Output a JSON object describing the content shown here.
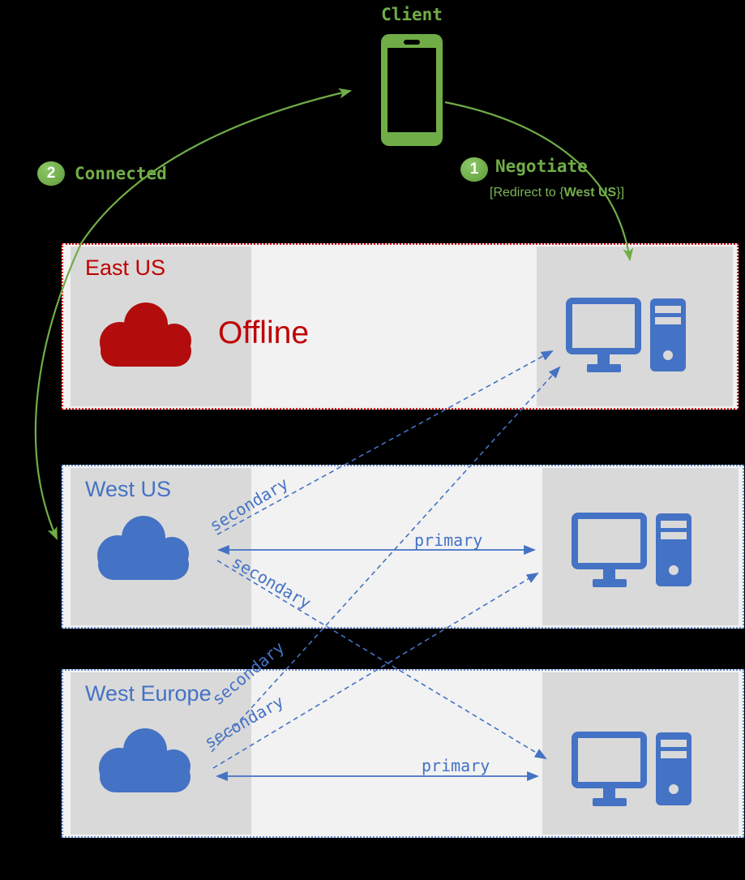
{
  "client": {
    "label": "Client"
  },
  "steps": [
    {
      "number": "1",
      "label": "Negotiate",
      "note": {
        "prefix": "[Redirect to {",
        "highlight": "West US",
        "suffix": "}]"
      }
    },
    {
      "number": "2",
      "label": "Connected"
    }
  ],
  "regions": [
    {
      "name": "East US",
      "status": "Offline"
    },
    {
      "name": "West US",
      "status": ""
    },
    {
      "name": "West Europe",
      "status": ""
    }
  ],
  "connections": [
    {
      "label": "primary",
      "style": "solid",
      "from": "West US cloud",
      "to": "West US server"
    },
    {
      "label": "primary",
      "style": "solid",
      "from": "West Europe cloud",
      "to": "West Europe server"
    },
    {
      "label": "secondary",
      "style": "dashed",
      "from": "West US cloud",
      "to": "East US server"
    },
    {
      "label": "secondary",
      "style": "dashed",
      "from": "West US cloud",
      "to": "West Europe server"
    },
    {
      "label": "secondary",
      "style": "dashed",
      "from": "West Europe cloud",
      "to": "East US server"
    },
    {
      "label": "secondary",
      "style": "dashed",
      "from": "West Europe cloud",
      "to": "West US server"
    }
  ],
  "colors": {
    "green": "#70AD47",
    "blue": "#4472C4",
    "red_text": "#C00000",
    "red_cloud": "#B20C0C",
    "panel_gray": "#D9D9D9",
    "box_bg": "#F2F2F2"
  }
}
